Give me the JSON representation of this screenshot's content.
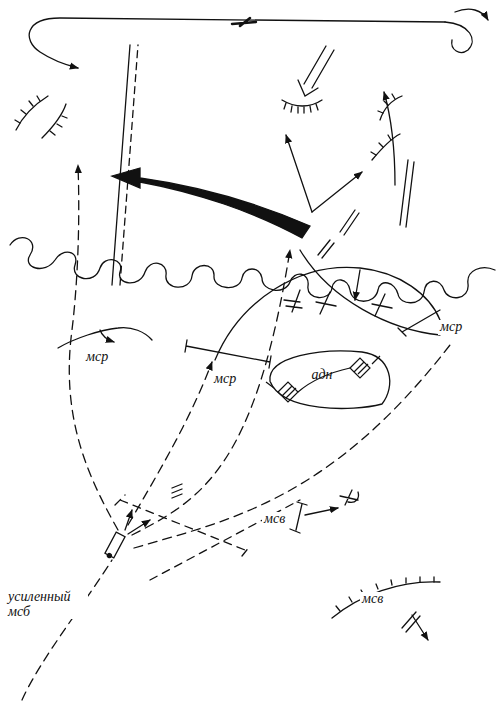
{
  "diagram": {
    "nodes": [
      {
        "text": [
          "адн"
        ]
      }
    ],
    "edges": [],
    "labels": [
      "мср",
      "мср",
      "мср",
      "мсв",
      "мсв",
      "усиленный мсб"
    ]
  }
}
